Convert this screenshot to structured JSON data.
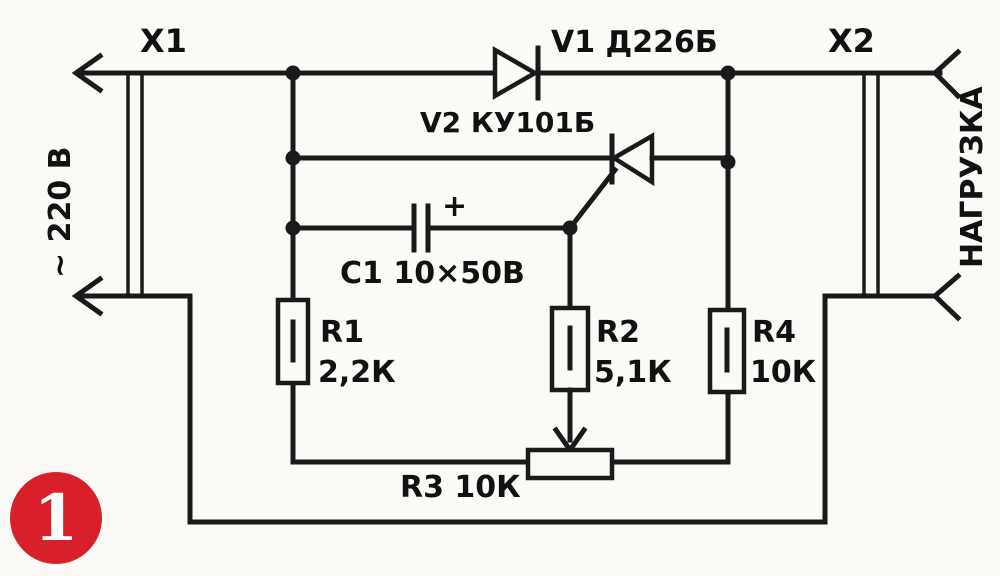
{
  "labels": {
    "x1": "X1",
    "x2": "X2",
    "v1": "V1 Д226Б",
    "v2": "V2 КУ101Б",
    "c1": "С1 10×50В",
    "c1_polarity": "+",
    "r1_name": "R1",
    "r1_value": "2,2К",
    "r2_name": "R2",
    "r2_value": "5,1К",
    "r3": "R3 10К",
    "r4_name": "R4",
    "r4_value": "10К",
    "supply": "~ 220 В",
    "load": "НАГРУЗКА"
  },
  "figure_number": "1",
  "colors": {
    "ink": "#1a1a1a",
    "paper": "#fbfaf6",
    "badge": "#d8202b"
  }
}
